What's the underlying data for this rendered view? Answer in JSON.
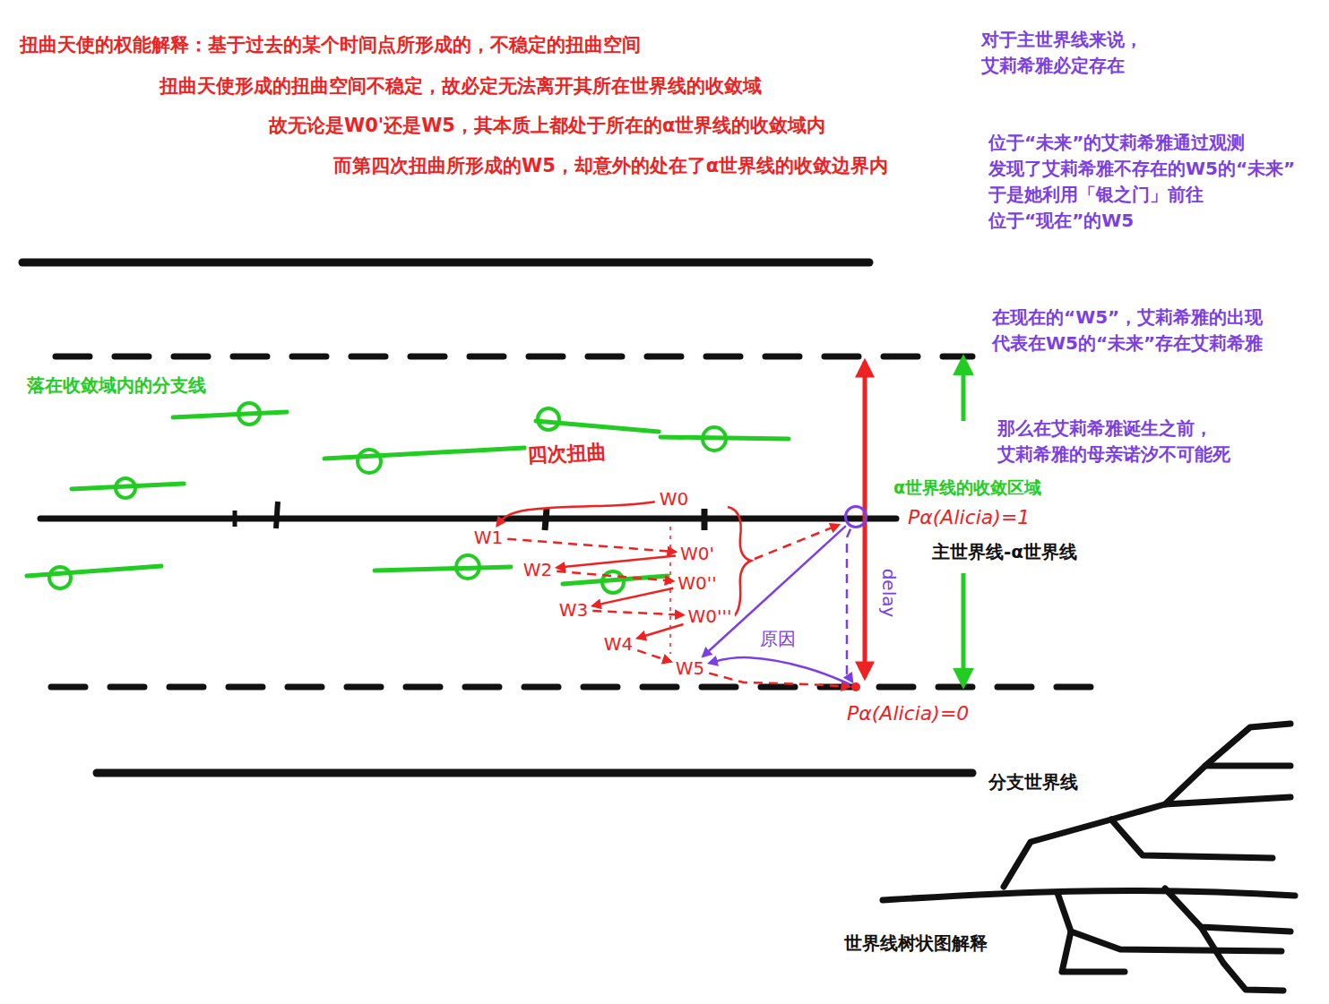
{
  "diagram": {
    "nodes": [
      {
        "text": [
          "W0"
        ]
      },
      {
        "text": [
          "W1"
        ]
      },
      {
        "text": [
          "W0'"
        ]
      },
      {
        "text": [
          "W2"
        ]
      },
      {
        "text": [
          "W0''"
        ]
      },
      {
        "text": [
          "W3"
        ]
      },
      {
        "text": [
          "W0'''"
        ]
      },
      {
        "text": [
          "W4"
        ]
      },
      {
        "text": [
          "W5"
        ]
      },
      {
        "text": [
          "Pα(Alicia)=1"
        ]
      },
      {
        "text": [
          "Pα(Alicia)=0"
        ]
      }
    ],
    "edges": [
      {
        "from": 0,
        "to": 1,
        "arrow": "to"
      },
      {
        "from": 1,
        "to": 2,
        "arrow": "to"
      },
      {
        "from": 2,
        "to": 3,
        "arrow": "to"
      },
      {
        "from": 3,
        "to": 4,
        "arrow": "to"
      },
      {
        "from": 4,
        "to": 5,
        "arrow": "to"
      },
      {
        "from": 5,
        "to": 6,
        "arrow": "to"
      },
      {
        "from": 6,
        "to": 7,
        "arrow": "to"
      },
      {
        "from": 7,
        "to": 8,
        "arrow": "to"
      },
      {
        "from": 8,
        "to": 10,
        "arrow": "to"
      },
      {
        "from": 9,
        "to": 8,
        "arrow": "to"
      },
      {
        "from": 10,
        "to": 8,
        "label": "原因",
        "arrow": "to"
      },
      {
        "from": 9,
        "to": 10,
        "label": "delay",
        "arrow": "to"
      }
    ],
    "labels": [
      "扭曲天使的权能解释：基于过去的某个时间点所形成的，不稳定的扭曲空间",
      "扭曲天使形成的扭曲空间不稳定，故必定无法离开其所在世界线的收敛域",
      "故无论是W0'还是W5，其本质上都处于所在的α世界线的收敛域内",
      "而第四次扭曲所形成的W5，却意外的处在了α世界线的收敛边界内",
      "对于主世界线来说， 艾莉希雅必定存在",
      "位于“未来”的艾莉希雅通过观测 发现了艾莉希雅不存在的W5的“未来” 于是她利用「银之门」前往 位于“现在”的W5",
      "在现在的“W5”，艾莉希雅的出现 代表在W5的“未来”存在艾莉希雅",
      "那么在艾莉希雅诞生之前， 艾莉希雅的母亲诺汐不可能死",
      "落在收敛域内的分支线",
      "α世界线的收敛区域",
      "主世界线-α世界线",
      "分支世界线",
      "世界线树状图解释",
      "四次扭曲"
    ]
  }
}
